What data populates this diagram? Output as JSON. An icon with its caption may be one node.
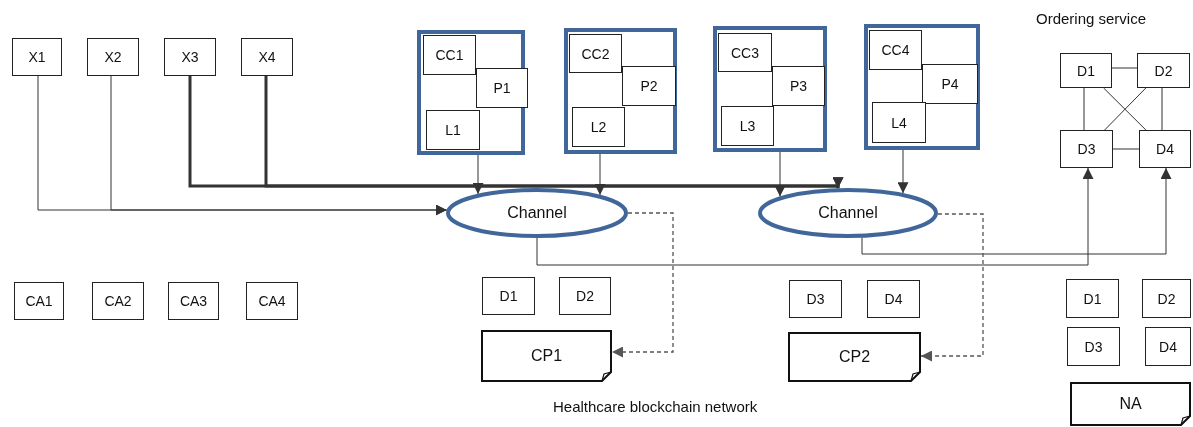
{
  "diagram": {
    "nodes": [
      {
        "text": [
          "X1"
        ]
      },
      {
        "text": [
          "X2"
        ]
      },
      {
        "text": [
          "X3"
        ]
      },
      {
        "text": [
          "X4"
        ]
      },
      {
        "text": [],
        "shape": "box"
      },
      {
        "text": [
          "CC1"
        ],
        "in": 4
      },
      {
        "text": [
          "P1"
        ],
        "in": 4
      },
      {
        "text": [
          "L1"
        ],
        "in": 4
      },
      {
        "text": [],
        "shape": "box"
      },
      {
        "text": [
          "CC2"
        ],
        "in": 8
      },
      {
        "text": [
          "P2"
        ],
        "in": 8
      },
      {
        "text": [
          "L2"
        ],
        "in": 8
      },
      {
        "text": [],
        "shape": "box"
      },
      {
        "text": [
          "CC3"
        ],
        "in": 12
      },
      {
        "text": [
          "P3"
        ],
        "in": 12
      },
      {
        "text": [
          "L3"
        ],
        "in": 12
      },
      {
        "text": [],
        "shape": "box"
      },
      {
        "text": [
          "CC4"
        ],
        "in": 16
      },
      {
        "text": [
          "P4"
        ],
        "in": 16
      },
      {
        "text": [
          "L4"
        ],
        "in": 16
      },
      {
        "text": [
          "Channel"
        ]
      },
      {
        "text": [
          "Channel"
        ]
      },
      {
        "text": [
          "D1"
        ]
      },
      {
        "text": [
          "D2"
        ]
      },
      {
        "text": [
          "D3"
        ]
      },
      {
        "text": [
          "D4"
        ]
      },
      {
        "text": [
          "CA1"
        ]
      },
      {
        "text": [
          "CA2"
        ]
      },
      {
        "text": [
          "CA3"
        ]
      },
      {
        "text": [
          "CA4"
        ]
      },
      {
        "text": [
          "D1"
        ]
      },
      {
        "text": [
          "D2"
        ]
      },
      {
        "text": [
          "D3"
        ]
      },
      {
        "text": [
          "D4"
        ]
      },
      {
        "text": [
          "D1"
        ]
      },
      {
        "text": [
          "D2"
        ]
      },
      {
        "text": [
          "D3"
        ]
      },
      {
        "text": [
          "D4"
        ]
      },
      {
        "text": [
          "CP1"
        ]
      },
      {
        "text": [
          "CP2"
        ]
      },
      {
        "text": [
          "NA"
        ]
      }
    ],
    "edges": [
      {
        "from": 0,
        "to": 20,
        "arrow": "to"
      },
      {
        "from": 1,
        "to": 20,
        "arrow": "to"
      },
      {
        "from": 2,
        "to": 21,
        "arrow": "to",
        "style": "thick"
      },
      {
        "from": 3,
        "to": 21,
        "arrow": "to",
        "style": "thick"
      },
      {
        "from": 4,
        "to": 20,
        "arrow": "to"
      },
      {
        "from": 8,
        "to": 20,
        "arrow": "to"
      },
      {
        "from": 12,
        "to": 21,
        "arrow": "to"
      },
      {
        "from": 16,
        "to": 21,
        "arrow": "to"
      },
      {
        "from": 20,
        "to": 24,
        "arrow": "to"
      },
      {
        "from": 21,
        "to": 25,
        "arrow": "to"
      },
      {
        "from": 20,
        "to": 38,
        "arrow": "to",
        "style": "dashed"
      },
      {
        "from": 21,
        "to": 39,
        "arrow": "to",
        "style": "dashed"
      },
      {
        "from": 22,
        "to": 23,
        "arrow": "none"
      },
      {
        "from": 22,
        "to": 24,
        "arrow": "none"
      },
      {
        "from": 23,
        "to": 25,
        "arrow": "none"
      },
      {
        "from": 24,
        "to": 25,
        "arrow": "none"
      },
      {
        "from": 22,
        "to": 25,
        "arrow": "none"
      },
      {
        "from": 23,
        "to": 24,
        "arrow": "none"
      }
    ],
    "labels": [
      "Ordering service",
      "Healthcare blockchain network"
    ]
  }
}
